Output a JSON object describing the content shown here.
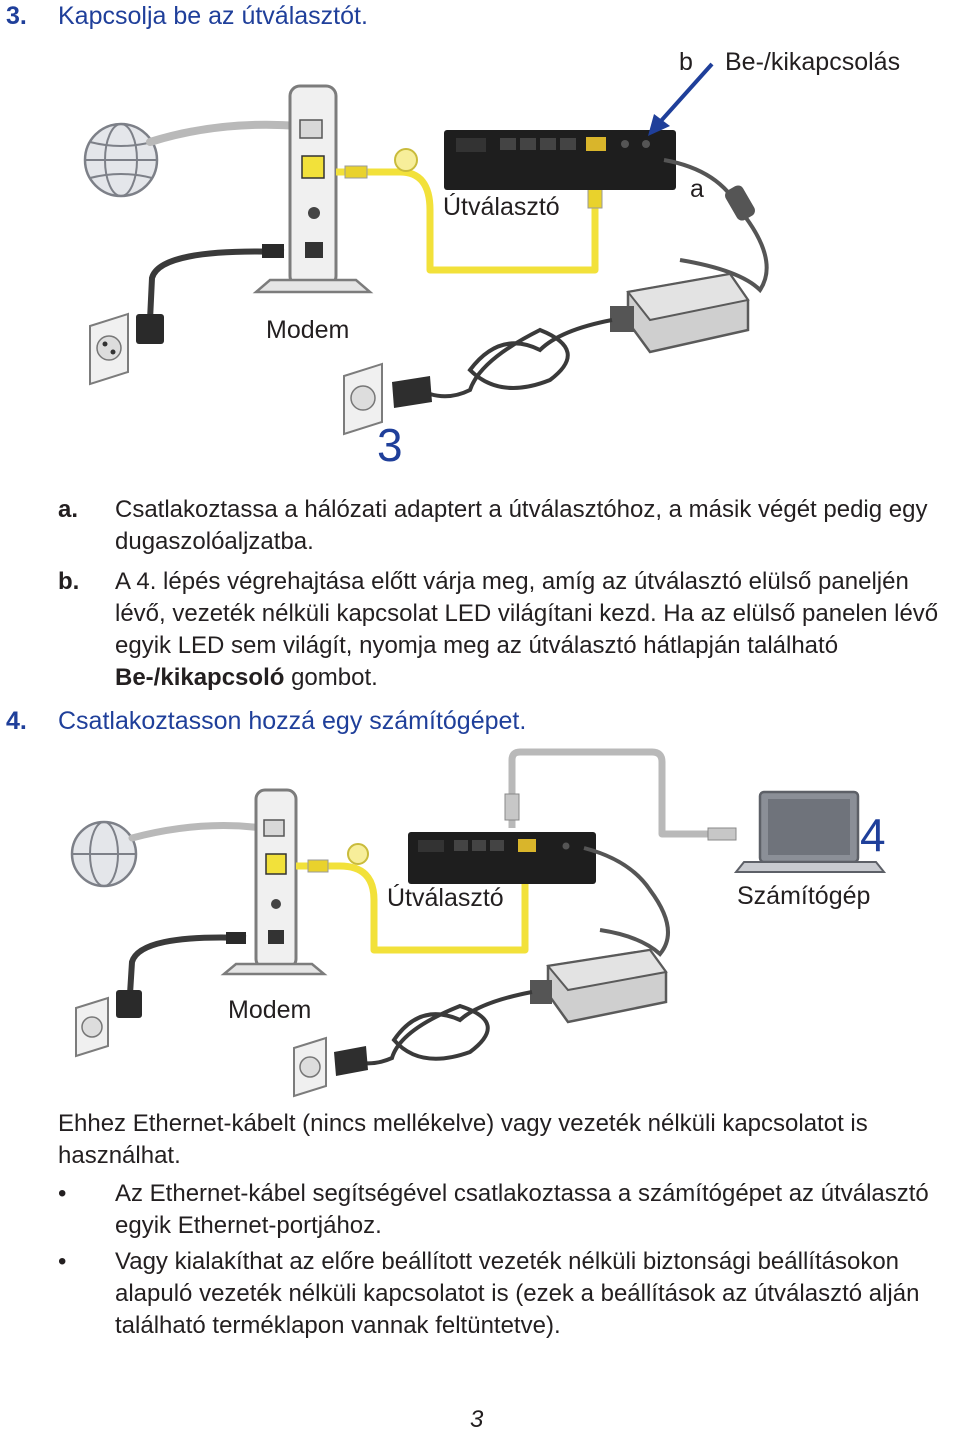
{
  "step3": {
    "number": "3.",
    "title": "Kapcsolja be az útválasztót."
  },
  "figure1": {
    "label_b": "b",
    "label_power_switch": "Be-/kikapcsolás",
    "label_a": "a",
    "label_router": "Útválasztó",
    "label_modem": "Modem",
    "big_step": "3"
  },
  "items": [
    {
      "key": "a.",
      "text": "Csatlakoztassa a hálózati adaptert a útválasztóhoz, a másik végét pedig egy dugaszolóaljzatba."
    },
    {
      "key": "b.",
      "text_before": "A 4. lépés végrehajtása előtt várja meg, amíg az útválasztó elülső paneljén lévő, vezeték nélküli kapcsolat LED világítani kezd. Ha az elülső panelen lévő egyik LED sem világít, nyomja meg az útválasztó hátlapján található ",
      "text_bold": "Be-/kikapcsoló",
      "text_after": " gombot."
    }
  ],
  "step4": {
    "number": "4.",
    "title": "Csatlakoztasson hozzá egy számítógépet."
  },
  "figure2": {
    "big_step": "4",
    "label_router": "Útválasztó",
    "label_computer": "Számítógép",
    "label_modem": "Modem"
  },
  "paragraph": "Ehhez Ethernet-kábelt (nincs mellékelve) vagy vezeték nélküli kapcsolatot is használhat.",
  "bullets": [
    "Az Ethernet-kábel segítségével csatlakoztassa a számítógépet az útválasztó egyik Ethernet-portjához.",
    "Vagy kialakíthat az előre beállított vezeték nélküli biztonsági beállításokon alapuló vezeték nélküli kapcsolatot is (ezek a beállítások az útválasztó alján található terméklapon vannak feltüntetve)."
  ],
  "bullet_symbol": "•",
  "page_number": "3",
  "colors": {
    "accent": "#1f3f9a",
    "ethernet_cable": "#f2e13a",
    "gray_cable": "#b9b9b9",
    "dark_cable": "#3a3a3a",
    "router_body": "#1e1e1e"
  }
}
